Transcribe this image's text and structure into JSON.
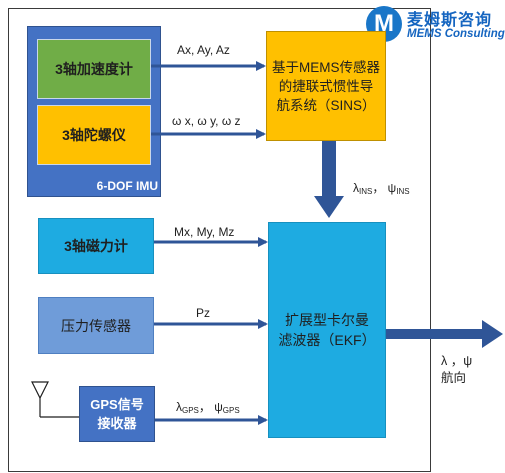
{
  "logo": {
    "mark": "M",
    "name_cn": "麦姆斯咨询",
    "name_en": "MEMS Consulting"
  },
  "imu": {
    "label": "6-DOF IMU",
    "accelerometer": "3轴加速度计",
    "gyroscope": "3轴陀螺仪"
  },
  "sins": {
    "line1": "基于MEMS传感器",
    "line2": "的捷联式惯性导",
    "line3": "航系统（SINS）"
  },
  "magnetometer": "3轴磁力计",
  "pressure": "压力传感器",
  "gps": {
    "line1": "GPS信号",
    "line2": "接收器"
  },
  "ekf": {
    "line1": "扩展型卡尔曼",
    "line2": "滤波器（EKF）"
  },
  "signals": {
    "acc": "Ax, Ay, Az",
    "gyro": "ω x, ω y, ω z",
    "mag": "Mx, My, Mz",
    "pressure": "Pz",
    "sins_out_lambda": "λ",
    "sins_out_lambda_sub": "INS",
    "sins_out_sep": "， ψ",
    "sins_out_psi_sub": "INS",
    "gps_lambda": "λ",
    "gps_lambda_sub": "GPS",
    "gps_sep": "， ψ",
    "gps_psi_sub": "GPS",
    "output_line1": "λ ，ψ",
    "output_line2": "航向"
  },
  "colors": {
    "imu_bg": "#4472c4",
    "accelerometer": "#70ad47",
    "gyroscope": "#ffc000",
    "sins": "#ffc000",
    "magnetometer": "#1eabe1",
    "pressure": "#6f9cd9",
    "ekf": "#1eabe1",
    "gps": "#4472c4",
    "arrow": "#2f5597",
    "logo": "#1565c0"
  }
}
